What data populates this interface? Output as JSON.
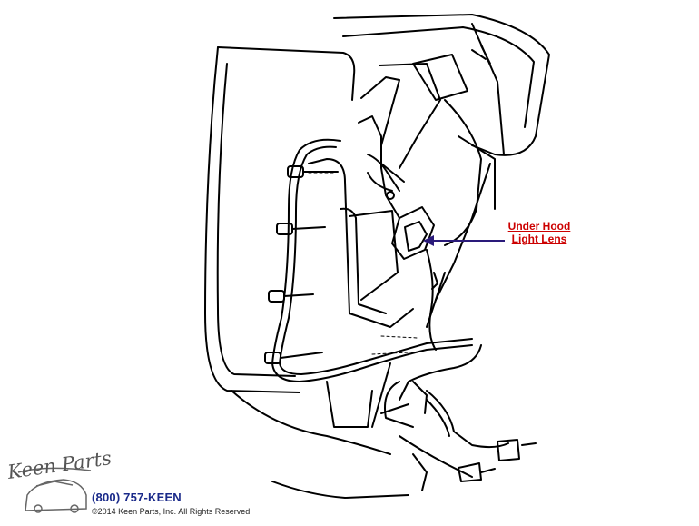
{
  "callout": {
    "line1": "Under Hood",
    "line2": "Light Lens",
    "color": "#cc0000",
    "pointer_color": "#2a1a7a"
  },
  "footer": {
    "phone": "(800) 757-KEEN",
    "copyright": "©2014 Keen Parts, Inc. All Rights Reserved",
    "phone_color": "#1a2a8a"
  },
  "logo": {
    "text": "Keen Parts",
    "icon": "corvette-car-logo-icon"
  }
}
